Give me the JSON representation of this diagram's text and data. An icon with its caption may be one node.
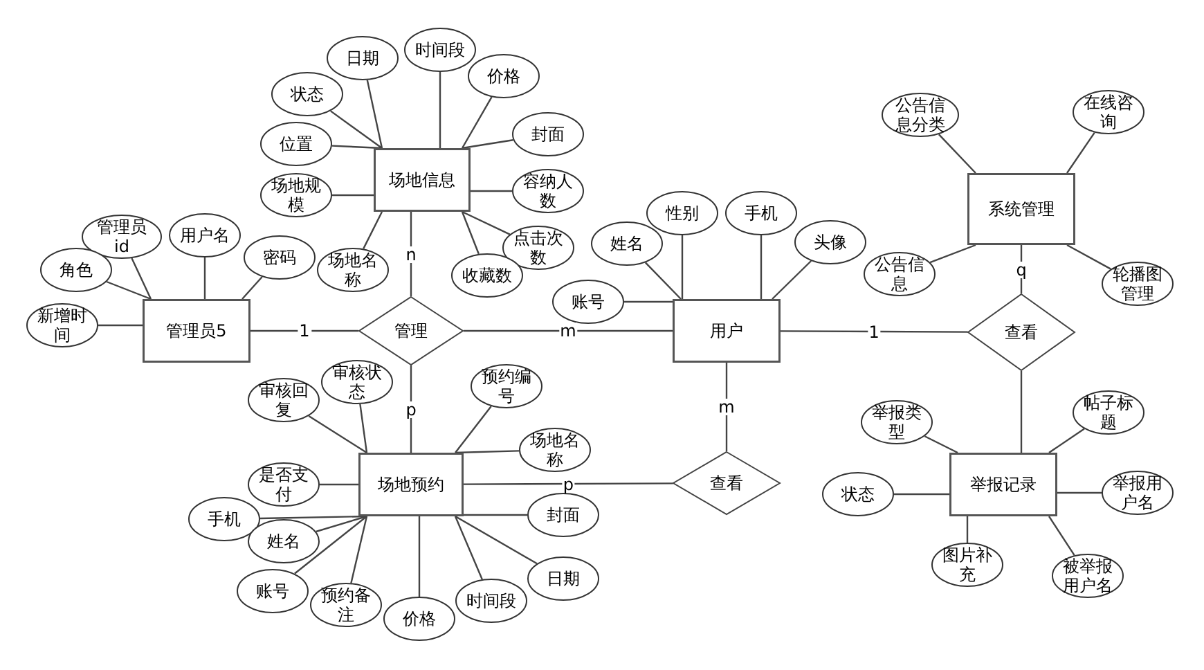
{
  "diagram": {
    "nodes": [
      {
        "text": [
          "日期"
        ]
      },
      {
        "text": [
          "时间段"
        ]
      },
      {
        "text": [
          "价格"
        ]
      },
      {
        "text": [
          "状态"
        ]
      },
      {
        "text": [
          "公告信息分类"
        ]
      },
      {
        "text": [
          "在线咨询"
        ]
      },
      {
        "text": [
          "位置"
        ]
      },
      {
        "text": [
          "封面"
        ]
      },
      {
        "text": [
          "场地信息"
        ]
      },
      {
        "text": [
          "场地规模"
        ]
      },
      {
        "text": [
          "容纳人数"
        ]
      },
      {
        "text": [
          "系统管理"
        ]
      },
      {
        "text": [
          "性别"
        ]
      },
      {
        "text": [
          "手机"
        ]
      },
      {
        "text": [
          "管理员id"
        ]
      },
      {
        "text": [
          "用户名"
        ]
      },
      {
        "text": [
          "姓名"
        ]
      },
      {
        "text": [
          "头像"
        ]
      },
      {
        "text": [
          "点击次数"
        ]
      },
      {
        "text": [
          "密码"
        ]
      },
      {
        "text": [
          "角色"
        ]
      },
      {
        "text": [
          "场地名称"
        ]
      },
      {
        "text": [
          "收藏数"
        ]
      },
      {
        "text": [
          "公告信息"
        ]
      },
      {
        "text": [
          "轮播图管理"
        ]
      },
      {
        "text": [
          "账号"
        ]
      },
      {
        "text": [
          "新增时间"
        ]
      },
      {
        "text": [
          "管理员5"
        ]
      },
      {
        "text": [
          "管理"
        ]
      },
      {
        "text": [
          "用户"
        ]
      },
      {
        "text": [
          "查看"
        ]
      },
      {
        "text": [
          "审核状态"
        ]
      },
      {
        "text": [
          "预约编号"
        ]
      },
      {
        "text": [
          "审核回复"
        ]
      },
      {
        "text": [
          "帖子标题"
        ]
      },
      {
        "text": [
          "举报类型"
        ]
      },
      {
        "text": [
          "场地名称"
        ]
      },
      {
        "text": [
          "是否支付"
        ]
      },
      {
        "text": [
          "场地预约"
        ]
      },
      {
        "text": [
          "查看"
        ]
      },
      {
        "text": [
          "举报记录"
        ]
      },
      {
        "text": [
          "举报用户名"
        ]
      },
      {
        "text": [
          "状态"
        ]
      },
      {
        "text": [
          "封面"
        ]
      },
      {
        "text": [
          "手机"
        ]
      },
      {
        "text": [
          "姓名"
        ]
      },
      {
        "text": [
          "图片补充"
        ]
      },
      {
        "text": [
          "被举报用户名"
        ]
      },
      {
        "text": [
          "日期"
        ]
      },
      {
        "text": [
          "账号"
        ]
      },
      {
        "text": [
          "预约备注"
        ]
      },
      {
        "text": [
          "时间段"
        ]
      },
      {
        "text": [
          "价格"
        ]
      }
    ],
    "edges": [
      {
        "from": 0,
        "to": 8,
        "arrow": "none"
      },
      {
        "from": 1,
        "to": 8,
        "arrow": "none"
      },
      {
        "from": 2,
        "to": 8,
        "arrow": "none"
      },
      {
        "from": 3,
        "to": 8,
        "arrow": "none"
      },
      {
        "from": 6,
        "to": 8,
        "arrow": "none"
      },
      {
        "from": 7,
        "to": 8,
        "arrow": "none"
      },
      {
        "from": 9,
        "to": 8,
        "arrow": "none"
      },
      {
        "from": 10,
        "to": 8,
        "arrow": "none"
      },
      {
        "from": 18,
        "to": 8,
        "arrow": "none"
      },
      {
        "from": 21,
        "to": 8,
        "arrow": "none"
      },
      {
        "from": 22,
        "to": 8,
        "arrow": "none"
      },
      {
        "from": 4,
        "to": 11,
        "arrow": "none"
      },
      {
        "from": 5,
        "to": 11,
        "arrow": "none"
      },
      {
        "from": 23,
        "to": 11,
        "arrow": "none"
      },
      {
        "from": 24,
        "to": 11,
        "arrow": "none"
      },
      {
        "from": 12,
        "to": 29,
        "arrow": "none"
      },
      {
        "from": 13,
        "to": 29,
        "arrow": "none"
      },
      {
        "from": 16,
        "to": 29,
        "arrow": "none"
      },
      {
        "from": 17,
        "to": 29,
        "arrow": "none"
      },
      {
        "from": 25,
        "to": 29,
        "arrow": "none"
      },
      {
        "from": 14,
        "to": 27,
        "arrow": "none"
      },
      {
        "from": 15,
        "to": 27,
        "arrow": "none"
      },
      {
        "from": 19,
        "to": 27,
        "arrow": "none"
      },
      {
        "from": 20,
        "to": 27,
        "arrow": "none"
      },
      {
        "from": 26,
        "to": 27,
        "arrow": "none"
      },
      {
        "from": 31,
        "to": 38,
        "arrow": "none"
      },
      {
        "from": 32,
        "to": 38,
        "arrow": "none"
      },
      {
        "from": 33,
        "to": 38,
        "arrow": "none"
      },
      {
        "from": 36,
        "to": 38,
        "arrow": "none"
      },
      {
        "from": 37,
        "to": 38,
        "arrow": "none"
      },
      {
        "from": 43,
        "to": 38,
        "arrow": "none"
      },
      {
        "from": 44,
        "to": 38,
        "arrow": "none"
      },
      {
        "from": 45,
        "to": 38,
        "arrow": "none"
      },
      {
        "from": 48,
        "to": 38,
        "arrow": "none"
      },
      {
        "from": 49,
        "to": 38,
        "arrow": "none"
      },
      {
        "from": 50,
        "to": 38,
        "arrow": "none"
      },
      {
        "from": 51,
        "to": 38,
        "arrow": "none"
      },
      {
        "from": 52,
        "to": 38,
        "arrow": "none"
      },
      {
        "from": 34,
        "to": 40,
        "arrow": "none"
      },
      {
        "from": 35,
        "to": 40,
        "arrow": "none"
      },
      {
        "from": 41,
        "to": 40,
        "arrow": "none"
      },
      {
        "from": 42,
        "to": 40,
        "arrow": "none"
      },
      {
        "from": 46,
        "to": 40,
        "arrow": "none"
      },
      {
        "from": 47,
        "to": 40,
        "arrow": "none"
      },
      {
        "from": 27,
        "to": 28,
        "arrow": "none",
        "label": "1"
      },
      {
        "from": 28,
        "to": 29,
        "arrow": "none",
        "label": "m"
      },
      {
        "from": 8,
        "to": 28,
        "arrow": "none",
        "label": "n"
      },
      {
        "from": 28,
        "to": 38,
        "arrow": "none",
        "label": "p"
      },
      {
        "from": 29,
        "to": 30,
        "arrow": "none",
        "label": "1"
      },
      {
        "from": 30,
        "to": 11,
        "arrow": "none",
        "label": "q"
      },
      {
        "from": 30,
        "to": 40,
        "arrow": "none"
      },
      {
        "from": 29,
        "to": 39,
        "arrow": "none",
        "label": "m"
      },
      {
        "from": 38,
        "to": 39,
        "arrow": "none",
        "label": "p"
      }
    ]
  }
}
